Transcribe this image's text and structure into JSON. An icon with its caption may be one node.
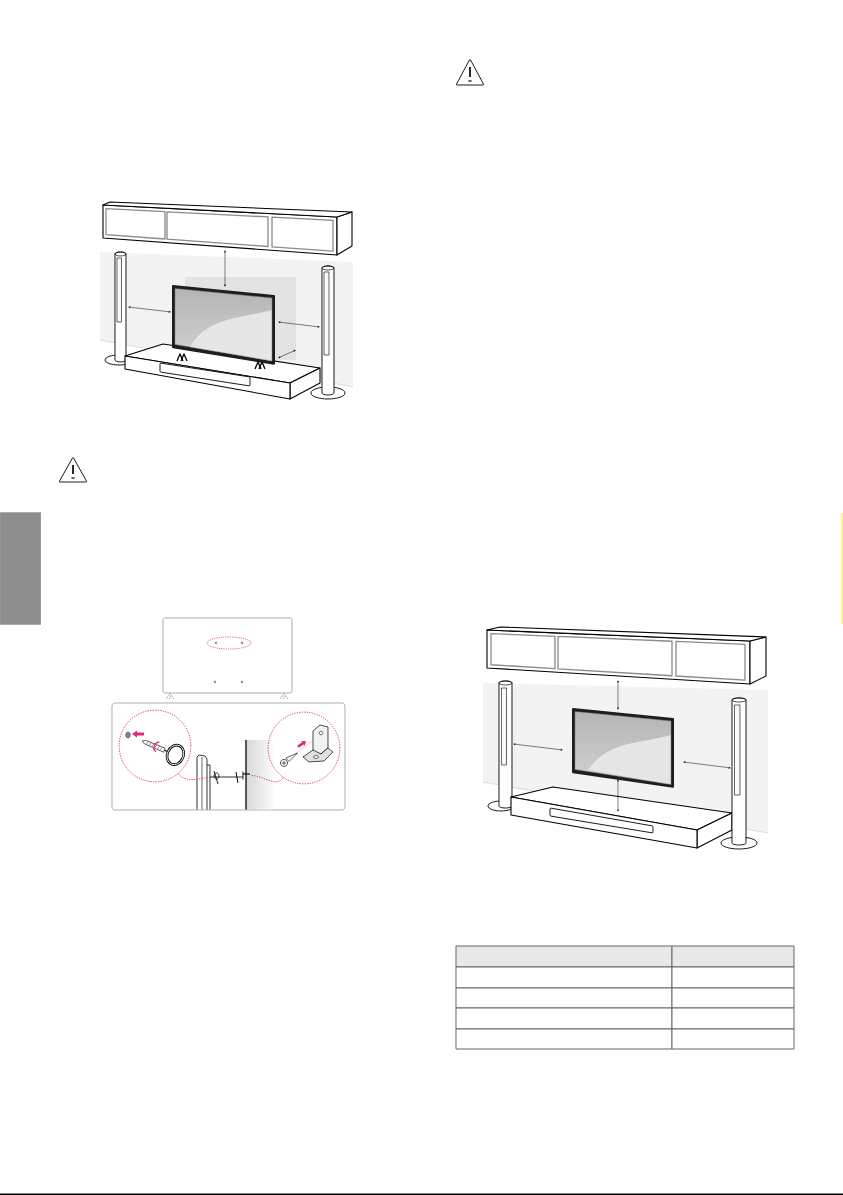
{
  "diagram": {
    "nodes": [
      {
        "text": [],
        "shape": "box"
      },
      {
        "text": [],
        "shape": "circle"
      },
      {
        "text": [],
        "shape": "picture"
      },
      {
        "text": [],
        "shape": "picture"
      },
      {
        "text": [],
        "shape": "circle"
      }
    ],
    "edges": [
      {
        "from": 1,
        "to": 2,
        "arrow": "none",
        "style": "dashed",
        "color": "#dd2a74"
      },
      {
        "from": 4,
        "to": 3,
        "arrow": "none",
        "style": "dashed",
        "color": "#dd2a74"
      }
    ]
  }
}
